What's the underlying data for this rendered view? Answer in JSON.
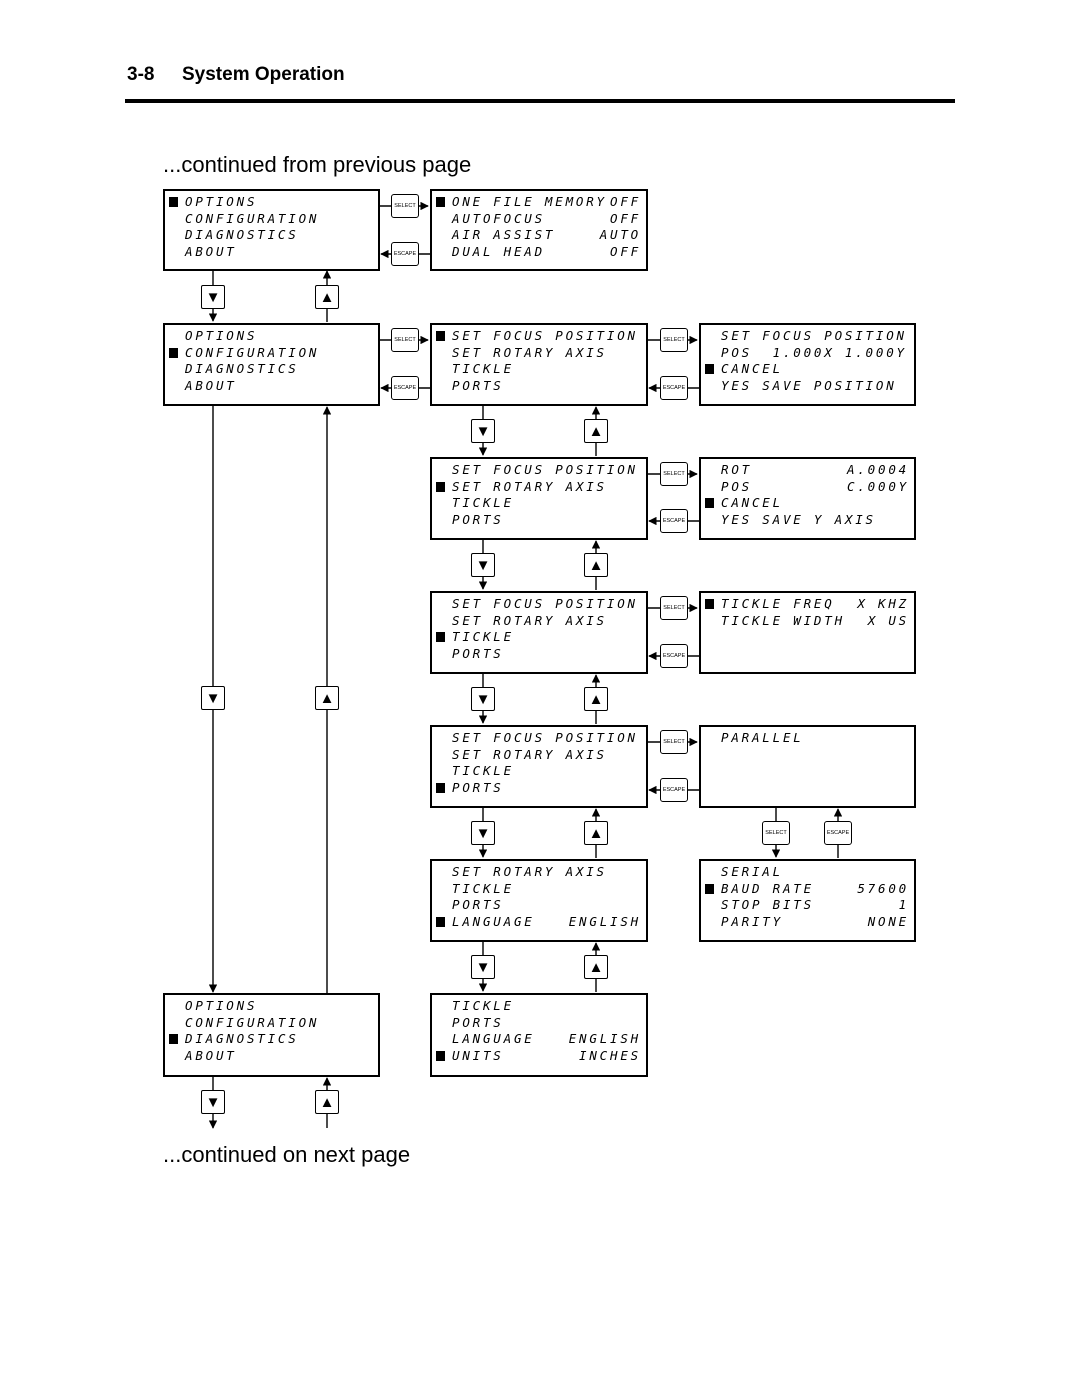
{
  "header": {
    "section": "3-8",
    "title": "System Operation"
  },
  "continued_from": "...continued from previous page",
  "continued_on": "...continued on next page",
  "keys": {
    "select": "SELECT",
    "escape": "ESCAPE",
    "up": "▲",
    "down": "▼"
  },
  "screens": {
    "options_menu_1": [
      {
        "label": "OPTIONS",
        "value": "",
        "cursor": true
      },
      {
        "label": "CONFIGURATION",
        "value": "",
        "cursor": false
      },
      {
        "label": "DIAGNOSTICS",
        "value": "",
        "cursor": false
      },
      {
        "label": "ABOUT",
        "value": "",
        "cursor": false
      }
    ],
    "options_settings": [
      {
        "label": "ONE FILE MEMORY",
        "value": "OFF",
        "cursor": true
      },
      {
        "label": "AUTOFOCUS",
        "value": "OFF",
        "cursor": false
      },
      {
        "label": "AIR ASSIST",
        "value": "AUTO",
        "cursor": false
      },
      {
        "label": "DUAL HEAD",
        "value": "OFF",
        "cursor": false
      }
    ],
    "options_menu_2": [
      {
        "label": "OPTIONS",
        "value": "",
        "cursor": false
      },
      {
        "label": "CONFIGURATION",
        "value": "",
        "cursor": true
      },
      {
        "label": "DIAGNOSTICS",
        "value": "",
        "cursor": false
      },
      {
        "label": "ABOUT",
        "value": "",
        "cursor": false
      }
    ],
    "config_1": [
      {
        "label": "SET FOCUS POSITION",
        "value": "",
        "cursor": true
      },
      {
        "label": "SET ROTARY AXIS",
        "value": "",
        "cursor": false
      },
      {
        "label": "TICKLE",
        "value": "",
        "cursor": false
      },
      {
        "label": "PORTS",
        "value": "",
        "cursor": false
      }
    ],
    "focus_position": [
      {
        "label": "SET FOCUS POSITION",
        "value": "",
        "cursor": false
      },
      {
        "label": "POS  1.000X 1.000Y",
        "value": "",
        "cursor": false
      },
      {
        "label": "CANCEL",
        "value": "",
        "cursor": true
      },
      {
        "label": "YES SAVE POSITION",
        "value": "",
        "cursor": false
      }
    ],
    "config_2": [
      {
        "label": "SET FOCUS POSITION",
        "value": "",
        "cursor": false
      },
      {
        "label": "SET ROTARY AXIS",
        "value": "",
        "cursor": true
      },
      {
        "label": "TICKLE",
        "value": "",
        "cursor": false
      },
      {
        "label": "PORTS",
        "value": "",
        "cursor": false
      }
    ],
    "rotary_axis": [
      {
        "label": "ROT",
        "value": "A.0004",
        "cursor": false
      },
      {
        "label": "POS",
        "value": "C.000Y",
        "cursor": false
      },
      {
        "label": "CANCEL",
        "value": "",
        "cursor": true
      },
      {
        "label": "YES SAVE Y AXIS",
        "value": "",
        "cursor": false
      }
    ],
    "config_3": [
      {
        "label": "SET FOCUS POSITION",
        "value": "",
        "cursor": false
      },
      {
        "label": "SET ROTARY AXIS",
        "value": "",
        "cursor": false
      },
      {
        "label": "TICKLE",
        "value": "",
        "cursor": true
      },
      {
        "label": "PORTS",
        "value": "",
        "cursor": false
      }
    ],
    "tickle_settings": [
      {
        "label": "TICKLE FREQ",
        "value": "X KHZ",
        "cursor": true
      },
      {
        "label": "TICKLE WIDTH",
        "value": "X US",
        "cursor": false
      }
    ],
    "config_4": [
      {
        "label": "SET FOCUS POSITION",
        "value": "",
        "cursor": false
      },
      {
        "label": "SET ROTARY AXIS",
        "value": "",
        "cursor": false
      },
      {
        "label": "TICKLE",
        "value": "",
        "cursor": false
      },
      {
        "label": "PORTS",
        "value": "",
        "cursor": true
      }
    ],
    "ports_parallel": [
      {
        "label": "PARALLEL",
        "value": "",
        "cursor": false
      }
    ],
    "config_5": [
      {
        "label": "SET ROTARY AXIS",
        "value": "",
        "cursor": false
      },
      {
        "label": "TICKLE",
        "value": "",
        "cursor": false
      },
      {
        "label": "PORTS",
        "value": "",
        "cursor": false
      },
      {
        "label": "LANGUAGE",
        "value": "ENGLISH",
        "cursor": true
      }
    ],
    "ports_serial": [
      {
        "label": "SERIAL",
        "value": "",
        "cursor": false
      },
      {
        "label": "BAUD RATE",
        "value": "57600",
        "cursor": true
      },
      {
        "label": "STOP BITS",
        "value": "1",
        "cursor": false
      },
      {
        "label": "PARITY",
        "value": "NONE",
        "cursor": false
      }
    ],
    "options_menu_3": [
      {
        "label": "OPTIONS",
        "value": "",
        "cursor": false
      },
      {
        "label": "CONFIGURATION",
        "value": "",
        "cursor": false
      },
      {
        "label": "DIAGNOSTICS",
        "value": "",
        "cursor": true
      },
      {
        "label": "ABOUT",
        "value": "",
        "cursor": false
      }
    ],
    "config_6": [
      {
        "label": "TICKLE",
        "value": "",
        "cursor": false
      },
      {
        "label": "PORTS",
        "value": "",
        "cursor": false
      },
      {
        "label": "LANGUAGE",
        "value": "ENGLISH",
        "cursor": false
      },
      {
        "label": "UNITS",
        "value": "INCHES",
        "cursor": true
      }
    ]
  }
}
